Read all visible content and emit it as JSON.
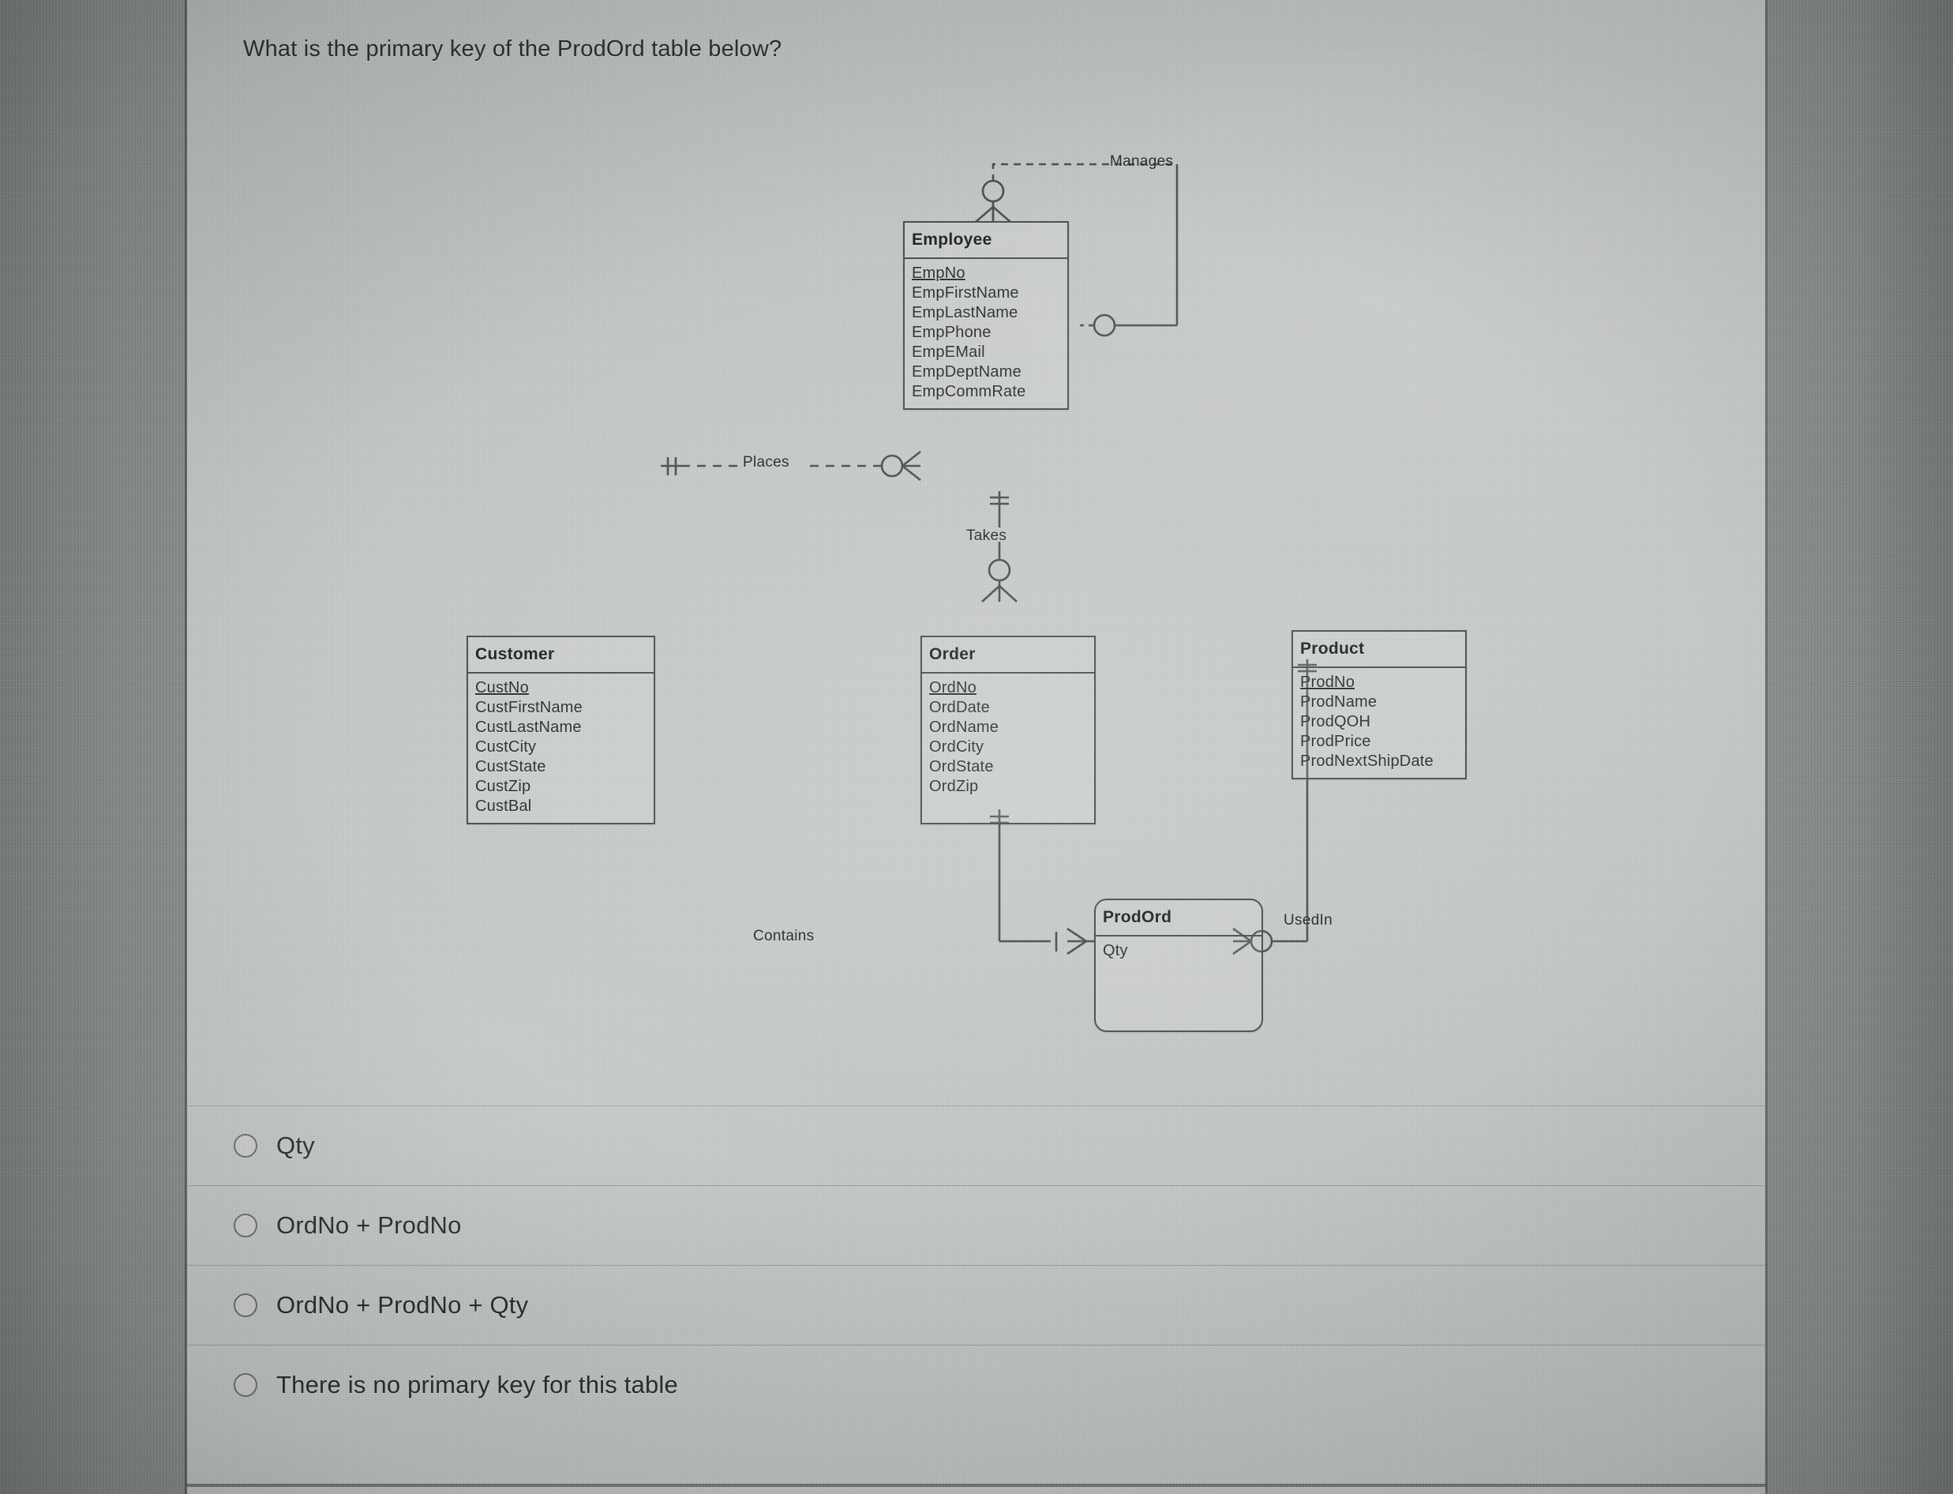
{
  "question": {
    "text": "What is the primary key of the ProdOrd table below?"
  },
  "diagram": {
    "type": "crows-foot-erd",
    "entities": [
      {
        "id": "employee",
        "name": "Employee",
        "weak": false,
        "attributes": [
          {
            "label": "EmpNo",
            "pk": true
          },
          {
            "label": "EmpFirstName",
            "pk": false
          },
          {
            "label": "EmpLastName",
            "pk": false
          },
          {
            "label": "EmpPhone",
            "pk": false
          },
          {
            "label": "EmpEMail",
            "pk": false
          },
          {
            "label": "EmpDeptName",
            "pk": false
          },
          {
            "label": "EmpCommRate",
            "pk": false
          }
        ]
      },
      {
        "id": "customer",
        "name": "Customer",
        "weak": false,
        "attributes": [
          {
            "label": "CustNo",
            "pk": true
          },
          {
            "label": "CustFirstName",
            "pk": false
          },
          {
            "label": "CustLastName",
            "pk": false
          },
          {
            "label": "CustCity",
            "pk": false
          },
          {
            "label": "CustState",
            "pk": false
          },
          {
            "label": "CustZip",
            "pk": false
          },
          {
            "label": "CustBal",
            "pk": false
          }
        ]
      },
      {
        "id": "order",
        "name": "Order",
        "weak": false,
        "attributes": [
          {
            "label": "OrdNo",
            "pk": true
          },
          {
            "label": "OrdDate",
            "pk": false
          },
          {
            "label": "OrdName",
            "pk": false
          },
          {
            "label": "OrdCity",
            "pk": false
          },
          {
            "label": "OrdState",
            "pk": false
          },
          {
            "label": "OrdZip",
            "pk": false
          }
        ]
      },
      {
        "id": "product",
        "name": "Product",
        "weak": false,
        "attributes": [
          {
            "label": "ProdNo",
            "pk": true
          },
          {
            "label": "ProdName",
            "pk": false
          },
          {
            "label": "ProdQOH",
            "pk": false
          },
          {
            "label": "ProdPrice",
            "pk": false
          },
          {
            "label": "ProdNextShipDate",
            "pk": false
          }
        ]
      },
      {
        "id": "prodord",
        "name": "ProdOrd",
        "weak": true,
        "attributes": [
          {
            "label": "Qty",
            "pk": false
          }
        ]
      }
    ],
    "relationships": [
      {
        "id": "manages",
        "label": "Manages",
        "from": "employee",
        "to": "employee"
      },
      {
        "id": "takes",
        "label": "Takes",
        "from": "employee",
        "to": "order"
      },
      {
        "id": "places",
        "label": "Places",
        "from": "customer",
        "to": "order"
      },
      {
        "id": "contains",
        "label": "Contains",
        "from": "order",
        "to": "prodord"
      },
      {
        "id": "usedin",
        "label": "UsedIn",
        "from": "product",
        "to": "prodord"
      }
    ]
  },
  "options": [
    {
      "id": "opt-qty",
      "label": "Qty",
      "selected": false
    },
    {
      "id": "opt-ordno-prodno",
      "label": "OrdNo + ProdNo",
      "selected": false
    },
    {
      "id": "opt-ordno-prodno-qty",
      "label": "OrdNo + ProdNo + Qty",
      "selected": false
    },
    {
      "id": "opt-no-pk",
      "label": "There is no primary key for this table",
      "selected": false
    }
  ],
  "colors": {
    "page_background": "#c3c7c4",
    "margin_background": "#868b89",
    "line": "#4a4f4f",
    "text": "#2a2e2d"
  }
}
